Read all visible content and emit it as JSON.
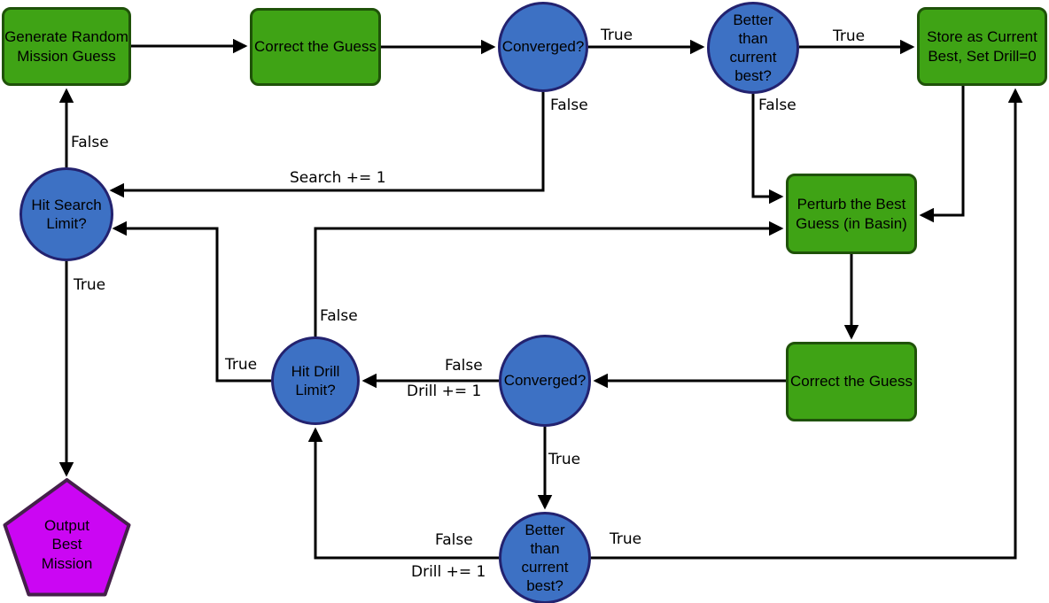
{
  "diagram": {
    "type": "flowchart",
    "nodes": {
      "generate": {
        "label": "Generate Random\nMission Guess",
        "shape": "process"
      },
      "correct1": {
        "label": "Correct the Guess",
        "shape": "process"
      },
      "converged1": {
        "label": "Converged?",
        "shape": "decision"
      },
      "better1": {
        "label": "Better\nthan\ncurrent\nbest?",
        "shape": "decision"
      },
      "store": {
        "label": "Store as Current\nBest, Set Drill=0",
        "shape": "process"
      },
      "hit_search": {
        "label": "Hit Search\nLimit?",
        "shape": "decision"
      },
      "perturb": {
        "label": "Perturb the Best\nGuess (in Basin)",
        "shape": "process"
      },
      "correct2": {
        "label": "Correct the Guess",
        "shape": "process"
      },
      "hit_drill": {
        "label": "Hit Drill\nLimit?",
        "shape": "decision"
      },
      "converged2": {
        "label": "Converged?",
        "shape": "decision"
      },
      "better2": {
        "label": "Better\nthan\ncurrent\nbest?",
        "shape": "decision"
      },
      "output": {
        "label": "Output\nBest\nMission",
        "shape": "terminal"
      }
    },
    "edge_labels": {
      "conv1_true": "True",
      "conv1_false": "False",
      "better1_true": "True",
      "better1_false": "False",
      "search_inc": "Search += 1",
      "search_false": "False",
      "search_true": "True",
      "drill_false": "False",
      "drill_true": "True",
      "conv2_false": "False",
      "conv2_inc": "Drill += 1",
      "conv2_true": "True",
      "better2_false": "False",
      "better2_inc": "Drill += 1",
      "better2_true": "True"
    },
    "colors": {
      "process_fill": "#3fa315",
      "process_border": "#1f5209",
      "decision_fill": "#3d71c4",
      "decision_border": "#23226f",
      "terminal_fill": "#cb06f3",
      "terminal_border": "#44214a",
      "connector": "#000000",
      "background": "#ffffff"
    }
  }
}
